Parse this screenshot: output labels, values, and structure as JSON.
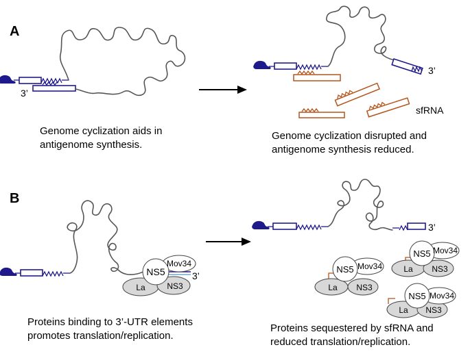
{
  "panels": {
    "a": {
      "label": "A",
      "left_caption": [
        "Genome cyclization aids in",
        "antigenome synthesis."
      ],
      "right_caption": [
        "Genome cyclization disrupted and",
        "antigenome synthesis reduced."
      ],
      "three_prime_left": "3’",
      "three_prime_right": "3’",
      "sfrna_label": "sfRNA"
    },
    "b": {
      "label": "B",
      "left_caption": [
        "Proteins binding to 3’-UTR elements",
        "promotes translation/replication."
      ],
      "right_caption": [
        "Proteins sequestered by sfRNA and",
        "reduced translation/replication."
      ],
      "three_prime_left": "3’",
      "three_prime_right": "3’",
      "proteins": {
        "ns5": "NS5",
        "mov34": "Mov34",
        "la": "La",
        "ns3": "NS3"
      }
    }
  },
  "colors": {
    "utr": "#1f1a8c",
    "sfrna": "#b5541b",
    "rna": "#555555",
    "ns5": "#ffffff",
    "ns3": "#d8d8d8",
    "la": "#d8d8d8",
    "mov34": "#ffffff"
  }
}
